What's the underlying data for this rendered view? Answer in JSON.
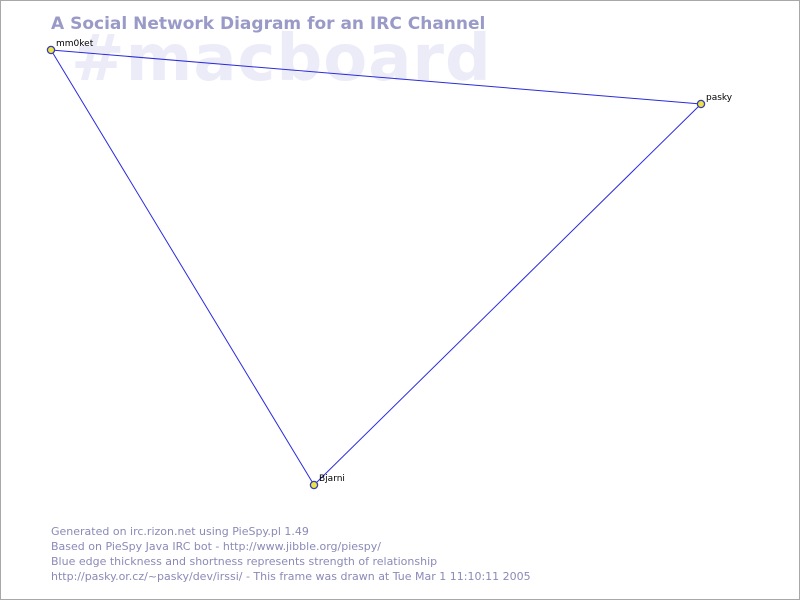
{
  "title": "A Social Network Diagram for an IRC Channel",
  "channel_watermark": "#macboard",
  "colors": {
    "edge": "#2b2bdd",
    "node_fill": "#e8e440",
    "node_stroke": "#3a3ab8",
    "title": "#9a9ac8",
    "watermark": "#ececf8",
    "footer": "#8a8ab8"
  },
  "nodes": [
    {
      "id": "mm0ket",
      "label": "mm0ket"
    },
    {
      "id": "pasky",
      "label": "pasky"
    },
    {
      "id": "Bjarni",
      "label": "Bjarni"
    }
  ],
  "edges": [
    {
      "from": "mm0ket",
      "to": "pasky"
    },
    {
      "from": "mm0ket",
      "to": "Bjarni"
    },
    {
      "from": "pasky",
      "to": "Bjarni"
    }
  ],
  "footer": {
    "line1": "Generated on irc.rizon.net using PieSpy.pl 1.49",
    "line2": "Based on PieSpy Java IRC bot - http://www.jibble.org/piespy/",
    "line3": "Blue edge thickness and shortness represents strength of relationship",
    "line4": "http://pasky.or.cz/~pasky/dev/irssi/ - This frame was drawn at Tue Mar  1 11:10:11 2005"
  }
}
